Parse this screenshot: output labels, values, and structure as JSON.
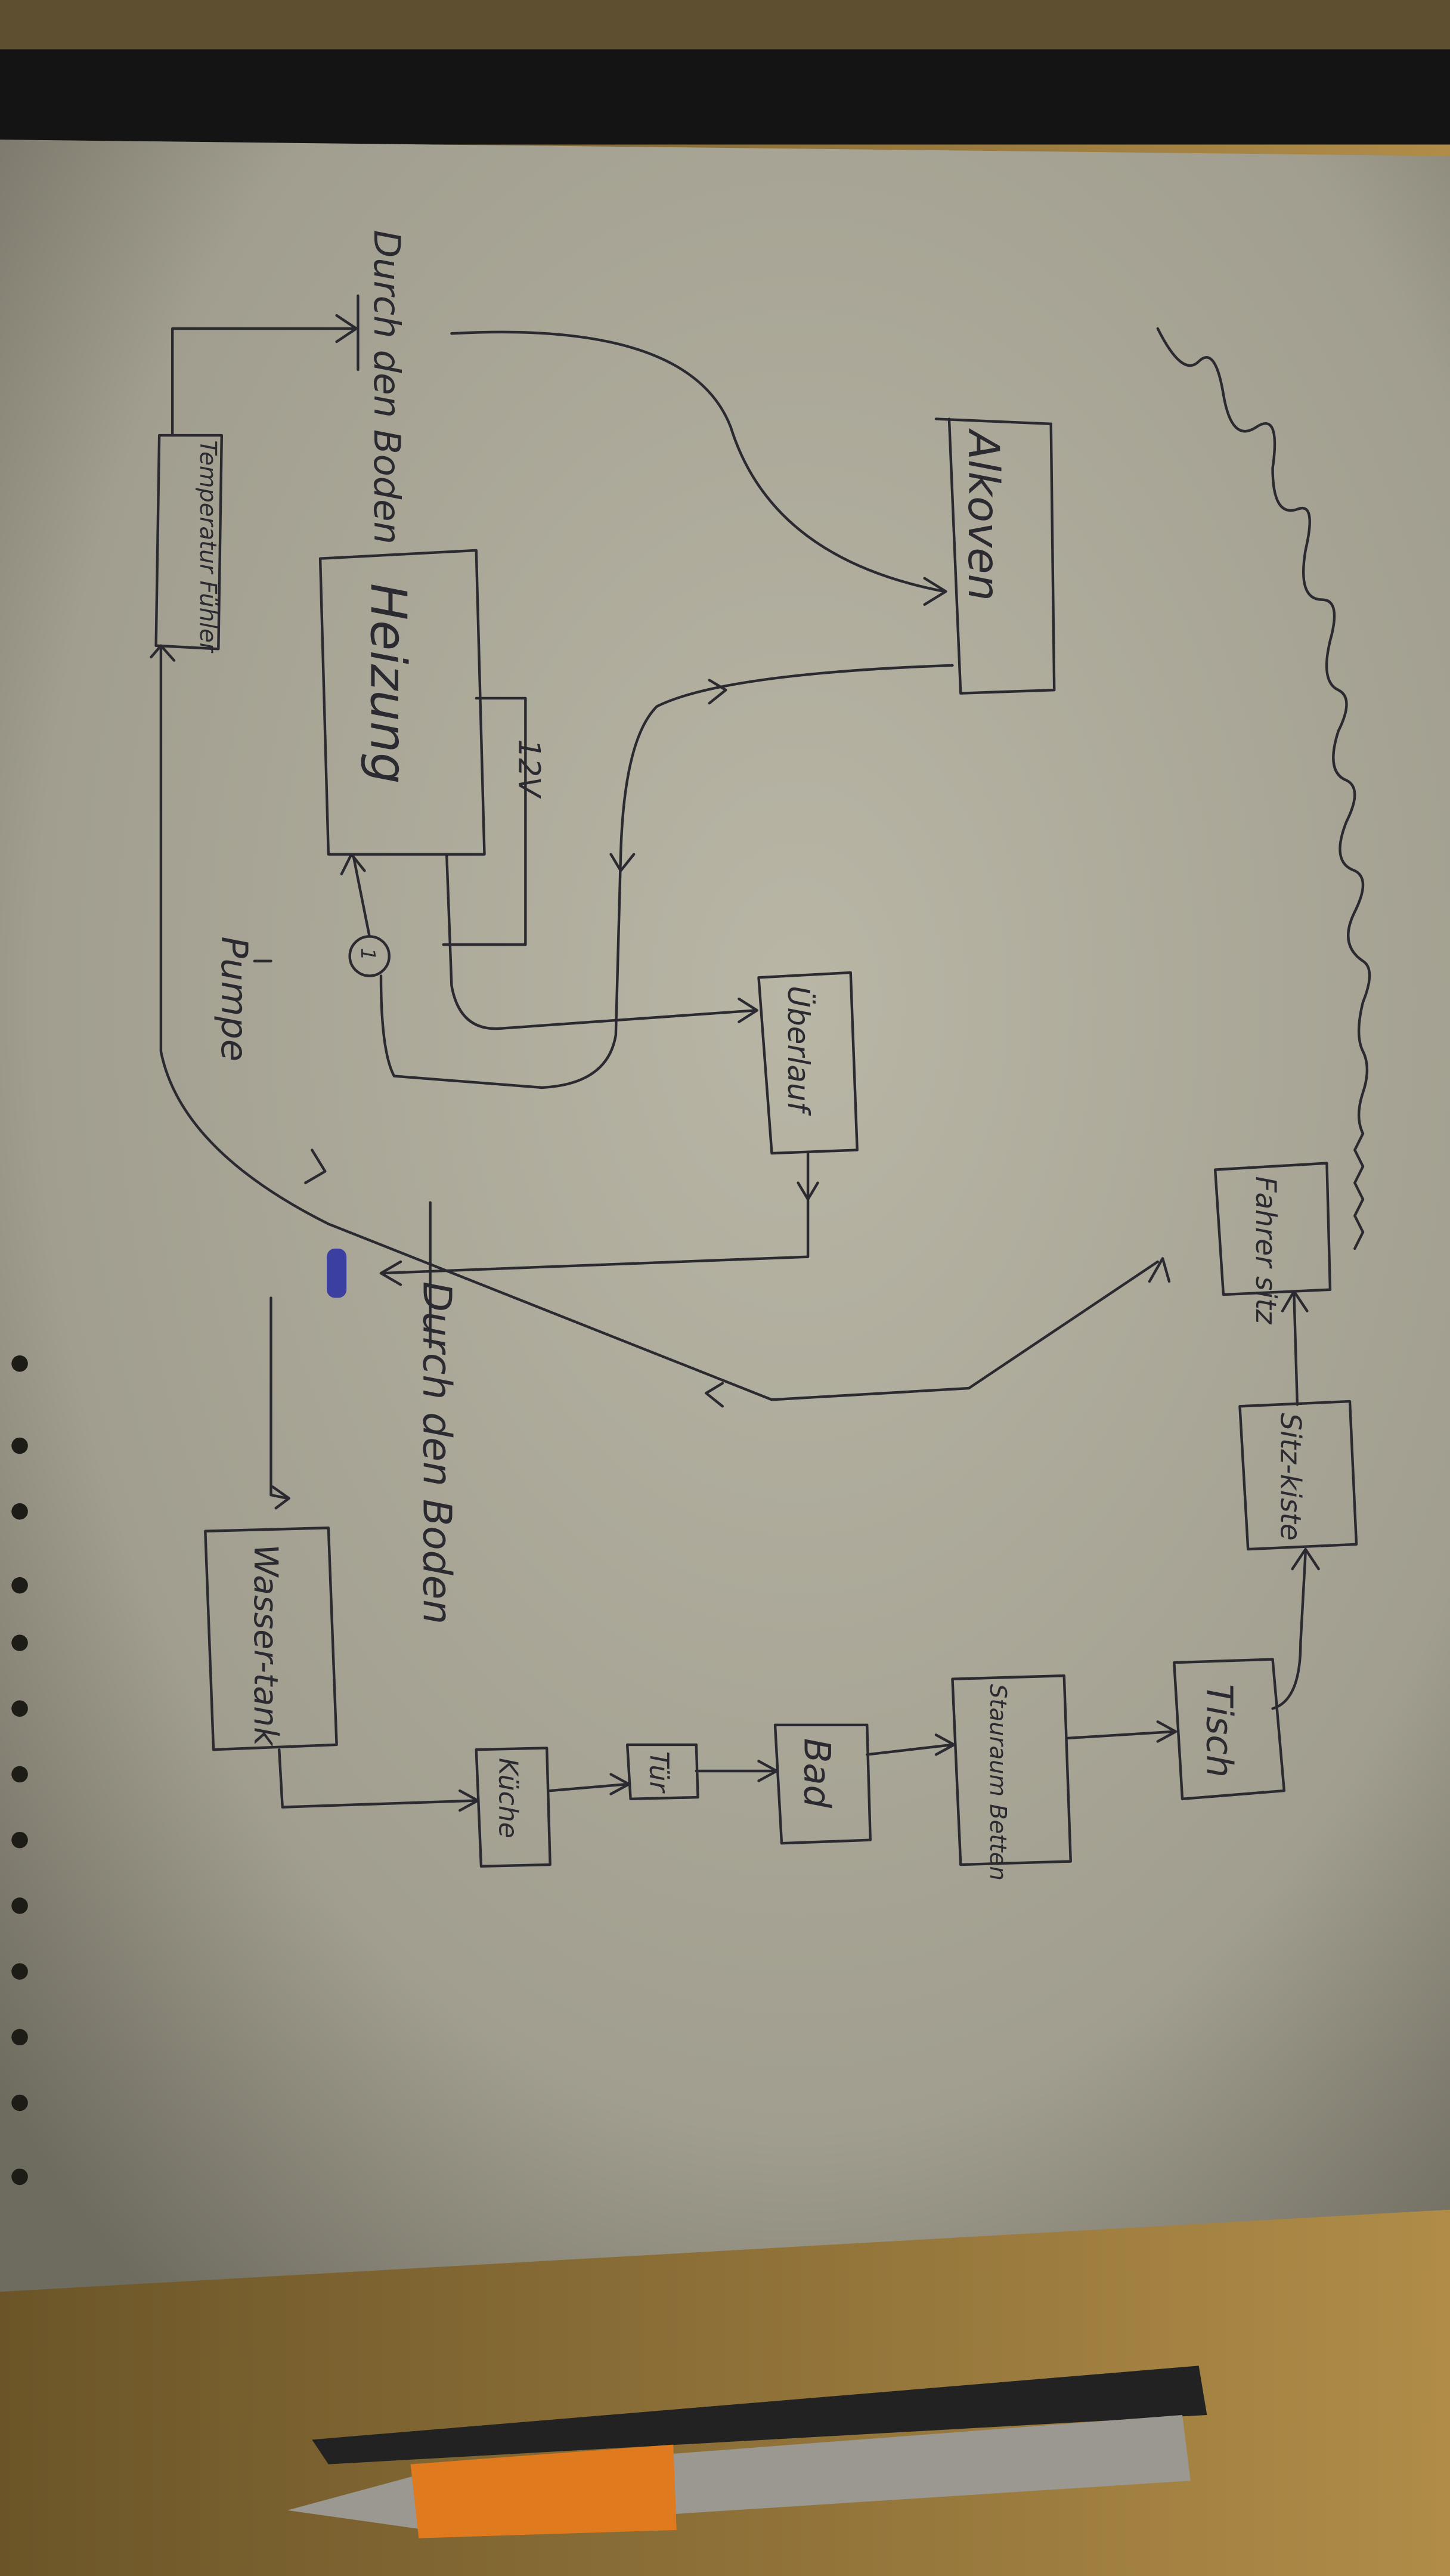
{
  "diagram": {
    "title_top": "Durch den Boden",
    "title_bottom": "Durch den Boden",
    "nodes": {
      "alkoven": "Alkoven",
      "heizung": "Heizung",
      "temperatur": "Temperatur Fühler",
      "voltage": "12V",
      "pump_symbol": "1",
      "pumpe": "Pumpe",
      "ueberlauf": "Überlauf",
      "wassertank": "Wasser-tank",
      "kueche": "Küche",
      "tuer": "Tür",
      "bad": "Bad",
      "stauraum": "Stauraum Betten",
      "tisch": "Tisch",
      "sitzkiste": "Sitz-kiste",
      "fahrersitz": "Fahrer sitz"
    },
    "colors": {
      "paper": "#aeab9c",
      "ink": "#2b2a30",
      "table": "#8c6f3c",
      "marker": "#3a3fa0"
    }
  }
}
